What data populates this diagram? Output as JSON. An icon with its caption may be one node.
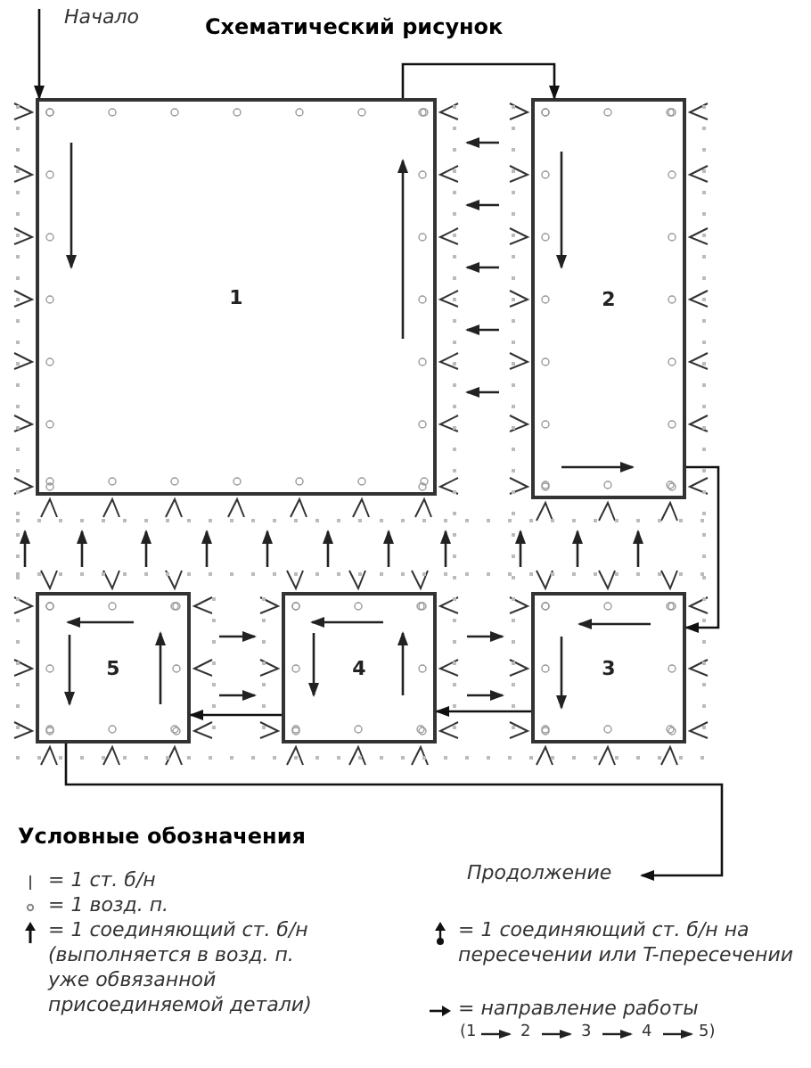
{
  "diagram": {
    "title": "Схематический рисунок",
    "nodes": [
      {
        "text": [
          "Начало"
        ]
      },
      {
        "text": [
          "1"
        ]
      },
      {
        "text": [
          "2"
        ]
      },
      {
        "text": [
          "5"
        ]
      },
      {
        "text": [
          "4"
        ]
      },
      {
        "text": [
          "3"
        ]
      },
      {
        "text": [
          "Продолжение"
        ]
      }
    ],
    "edges": [
      {
        "from": 0,
        "to": 1,
        "arrow": "to"
      },
      {
        "from": 1,
        "to": 2,
        "arrow": "to"
      },
      {
        "from": 2,
        "to": 5,
        "arrow": "to"
      },
      {
        "from": 5,
        "to": 4,
        "arrow": "to"
      },
      {
        "from": 4,
        "to": 3,
        "arrow": "to"
      },
      {
        "from": 3,
        "to": 6,
        "arrow": "to"
      }
    ],
    "labels": [
      "Условные обозначения",
      "(1",
      "2",
      "3",
      "4",
      "5)"
    ],
    "legend": [
      {
        "text": "= 1 ст. б/н"
      },
      {
        "text": "= 1 возд. п."
      },
      {
        "text": "= 1 соединяющий ст. б/н (выполняется в возд. п. уже обвязанной присоединяемой детали)"
      },
      {
        "text": "= 1 соединяющий ст. б/н на пересечении или T-пересечении"
      },
      {
        "text": "= направление работы"
      }
    ]
  }
}
